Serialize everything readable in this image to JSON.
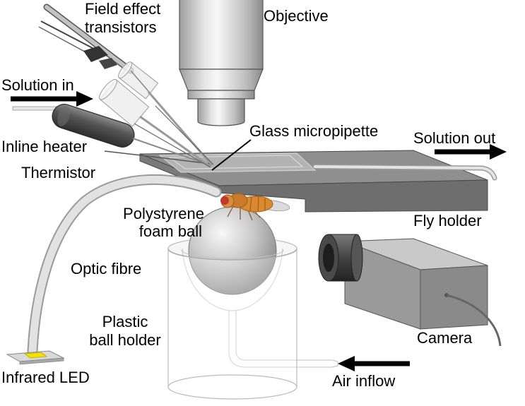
{
  "labels": {
    "field_effect_transistors": [
      "Field effect",
      "transistors"
    ],
    "objective": "Objective",
    "solution_in": "Solution in",
    "glass_micropipette": "Glass micropipette",
    "solution_out": "Solution out",
    "inline_heater": "Inline heater",
    "thermistor": "Thermistor",
    "polystyrene_foam_ball": [
      "Polystyrene",
      "foam ball"
    ],
    "fly_holder": "Fly holder",
    "optic_fibre": "Optic fibre",
    "plastic_ball_holder": [
      "Plastic",
      "ball holder"
    ],
    "camera": "Camera",
    "infrared_led": "Infrared LED",
    "air_inflow": "Air inflow"
  },
  "colors": {
    "arrow": "#000000",
    "fly_body": "#d9892e",
    "fly_eye": "#c0392b",
    "led": "#f2e000"
  }
}
